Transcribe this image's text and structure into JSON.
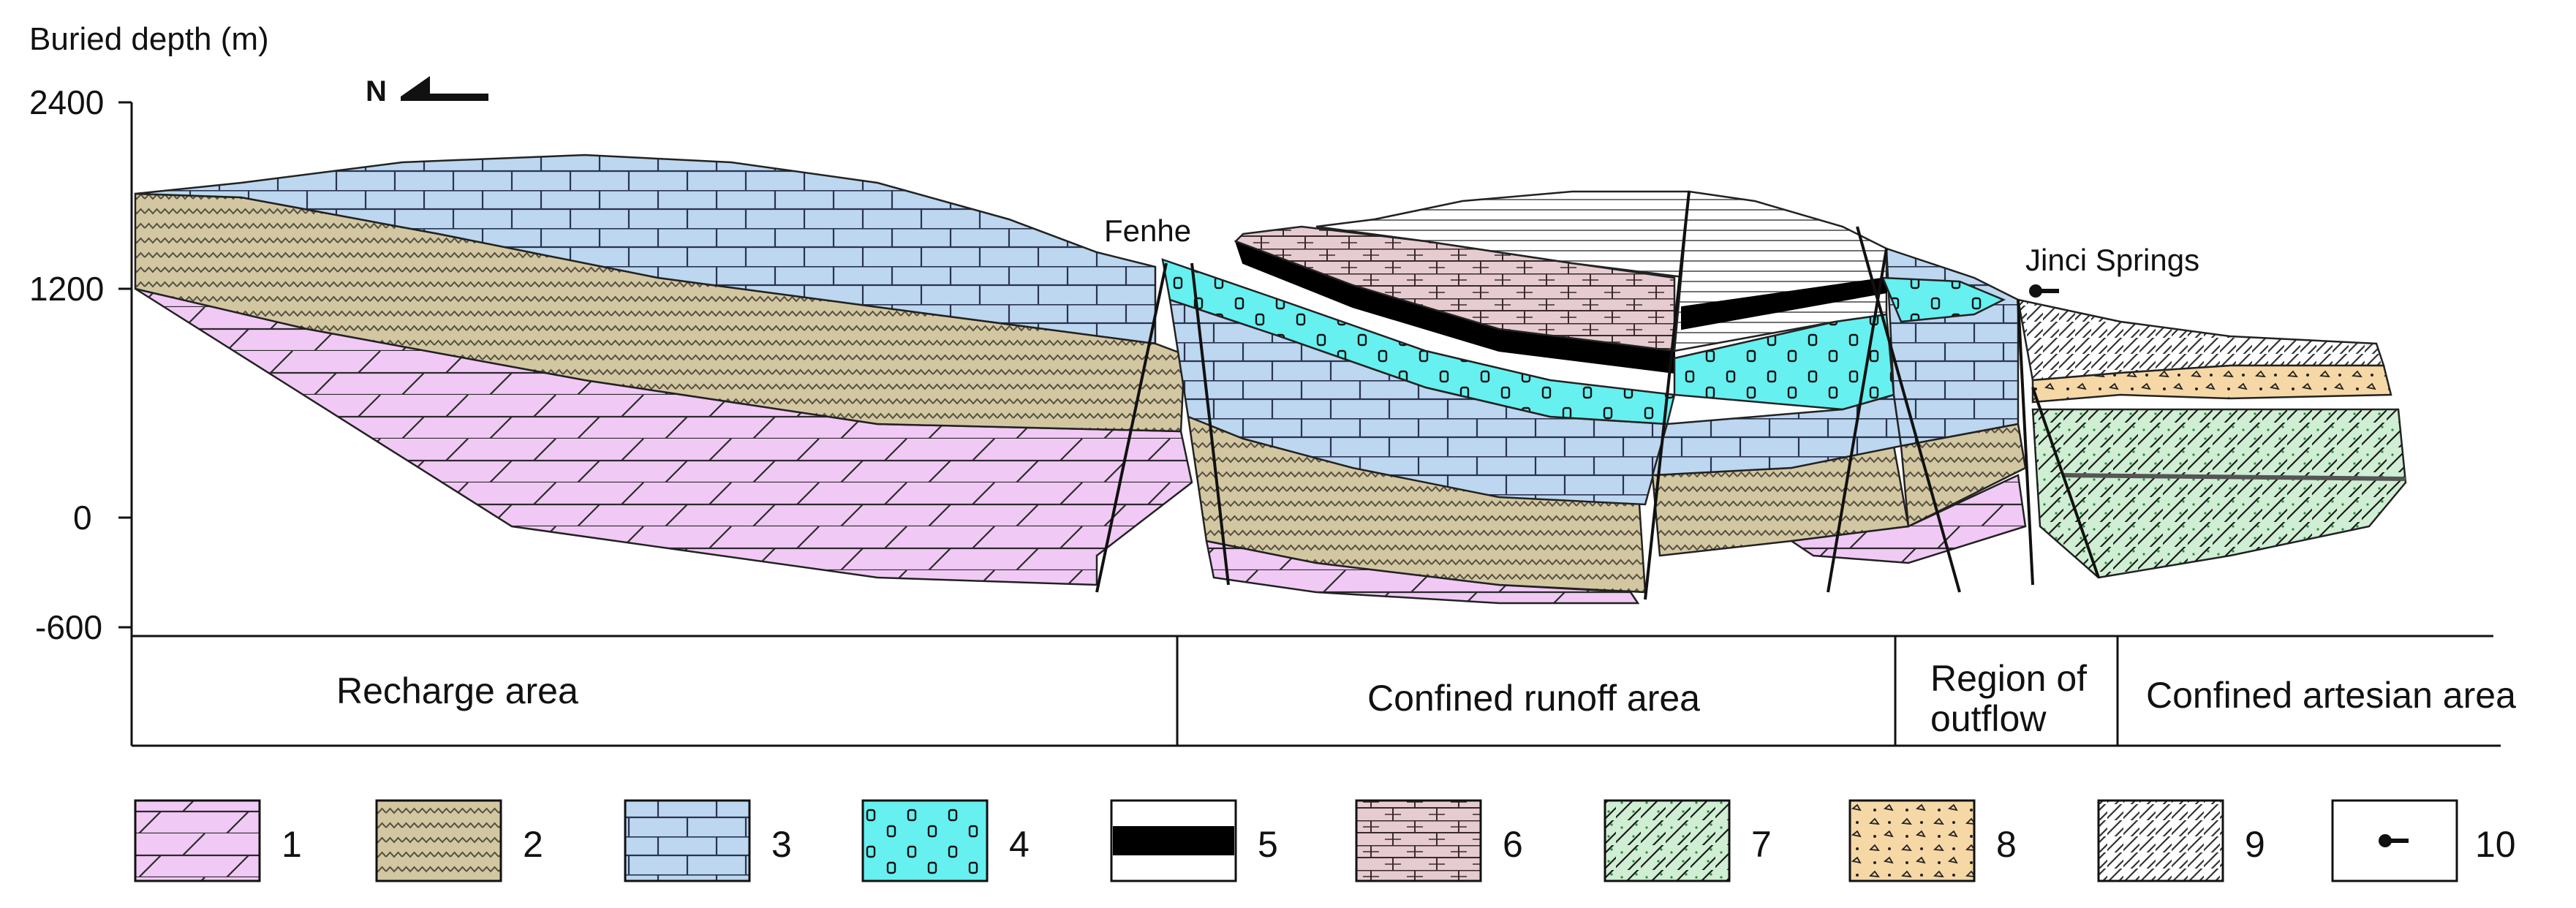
{
  "axis": {
    "title": "Buried depth (m)",
    "ticks": [
      "2400",
      "1200",
      "0",
      "-600"
    ]
  },
  "north": {
    "letter": "N",
    "icon": "north-arrow-icon"
  },
  "places": {
    "fenhe": "Fenhe",
    "jinci": "Jinci Springs"
  },
  "zones": {
    "recharge": "Recharge area",
    "runoff": "Confined runoff area",
    "outflow_1": "Region of",
    "outflow_2": "outflow",
    "artesian": "Confined artesian area"
  },
  "legend": [
    {
      "id": "1",
      "color": "#f1c9f5",
      "pattern": "dolomite-brick-icon"
    },
    {
      "id": "2",
      "color": "#d3c7a2",
      "pattern": "zigzag-icon"
    },
    {
      "id": "3",
      "color": "#bcd7ef",
      "pattern": "limestone-brick-icon"
    },
    {
      "id": "4",
      "color": "#66f0f0",
      "pattern": "oolitic-icon"
    },
    {
      "id": "5",
      "color": "#000000",
      "pattern": "coal-seam-icon"
    },
    {
      "id": "6",
      "color": "#e6cbd0",
      "pattern": "shale-brick-icon"
    },
    {
      "id": "7",
      "color": "#cfeed3",
      "pattern": "diagonal-dotted-icon"
    },
    {
      "id": "8",
      "color": "#f6d8a6",
      "pattern": "gravel-icon"
    },
    {
      "id": "9",
      "color": "#ffffff",
      "pattern": "diagonal-hatch-icon"
    },
    {
      "id": "10",
      "color": "#ffffff",
      "pattern": "spring-symbol-icon"
    }
  ]
}
